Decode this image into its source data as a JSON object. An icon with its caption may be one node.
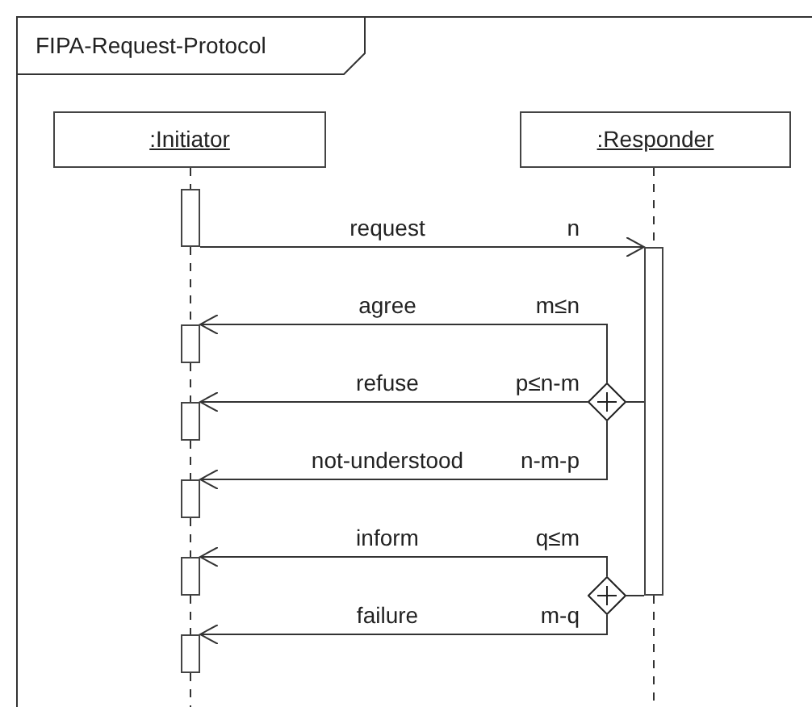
{
  "diagram": {
    "nodes": [
      {
        "text": [
          "FIPA-Request-Protocol"
        ]
      },
      {
        "text": [
          ":Initiator"
        ],
        "in": 0
      },
      {
        "text": [
          ":Responder"
        ],
        "in": 0
      },
      {
        "text": [],
        "shape": "bar",
        "in": 0
      },
      {
        "text": [],
        "shape": "bar",
        "in": 0
      },
      {
        "text": [],
        "shape": "bar",
        "in": 0
      },
      {
        "text": [],
        "shape": "bar",
        "in": 0
      },
      {
        "text": [],
        "shape": "bar",
        "in": 0
      },
      {
        "text": [],
        "shape": "bar",
        "in": 0
      },
      {
        "text": [],
        "shape": "bar",
        "in": 0
      },
      {
        "text": [],
        "shape": "diamond",
        "in": 0
      },
      {
        "text": [],
        "shape": "diamond",
        "in": 0
      }
    ],
    "edges": [
      {
        "from": 1,
        "to": 3,
        "arrow": "none",
        "style": "dashed"
      },
      {
        "from": 3,
        "to": 5,
        "arrow": "none",
        "style": "dashed"
      },
      {
        "from": 5,
        "to": 6,
        "arrow": "none",
        "style": "dashed"
      },
      {
        "from": 6,
        "to": 7,
        "arrow": "none",
        "style": "dashed"
      },
      {
        "from": 7,
        "to": 8,
        "arrow": "none",
        "style": "dashed"
      },
      {
        "from": 8,
        "to": 9,
        "arrow": "none",
        "style": "dashed"
      },
      {
        "from": 9,
        "to": null,
        "arrow": "none",
        "style": "dashed"
      },
      {
        "from": 2,
        "to": 4,
        "arrow": "none",
        "style": "dashed"
      },
      {
        "from": 4,
        "to": null,
        "arrow": "none",
        "style": "dashed"
      },
      {
        "from": 3,
        "to": 4,
        "arrow": "to",
        "label": "request"
      },
      {
        "from": 4,
        "to": 10,
        "arrow": "none"
      },
      {
        "from": 10,
        "to": 5,
        "arrow": "to",
        "label": "agree"
      },
      {
        "from": 10,
        "to": 6,
        "arrow": "to",
        "label": "refuse"
      },
      {
        "from": 10,
        "to": 7,
        "arrow": "to",
        "label": "not-understood"
      },
      {
        "from": 4,
        "to": 11,
        "arrow": "none"
      },
      {
        "from": 11,
        "to": 8,
        "arrow": "to",
        "label": "inform"
      },
      {
        "from": 11,
        "to": 9,
        "arrow": "to",
        "label": "failure"
      }
    ],
    "labels": [
      "n",
      "m≤n",
      "p≤n-m",
      "n-m-p",
      "q≤m",
      "m-q"
    ]
  }
}
